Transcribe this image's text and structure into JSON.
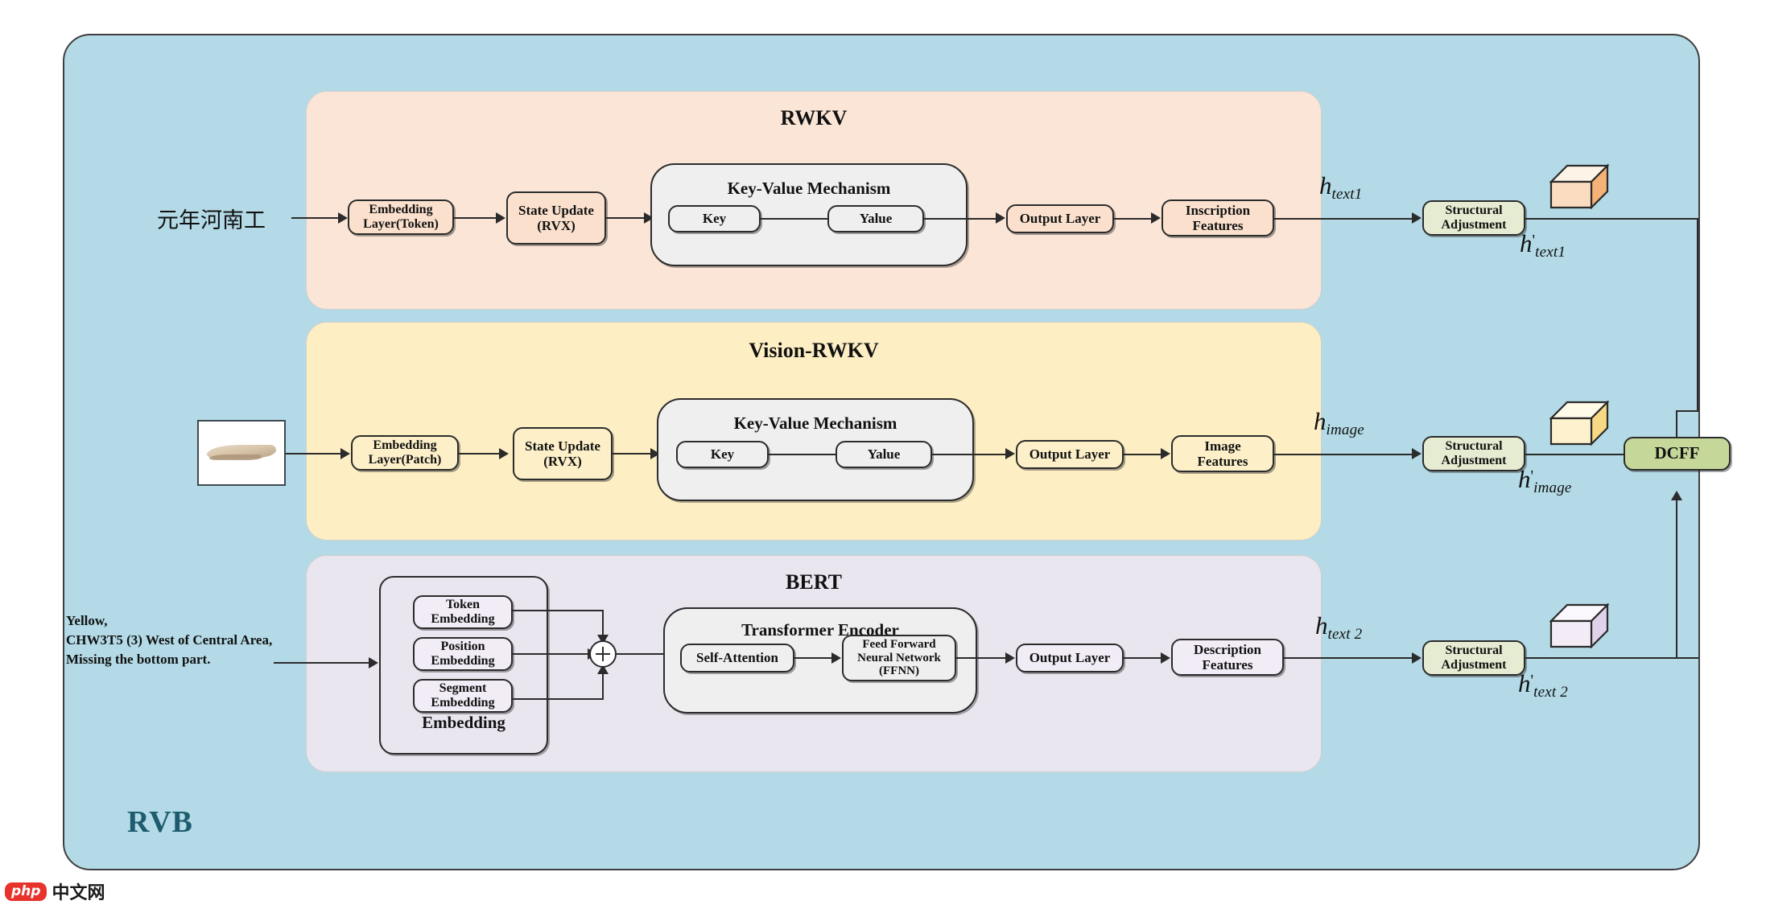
{
  "diagram": {
    "outer_label": "RVB",
    "outer_color": "#b3dae6"
  },
  "inputs": {
    "text1": "元年河南工",
    "text2_line1": "Yellow,",
    "text2_line2": "CHW3T5 (3) West of Central Area,",
    "text2_line3": " Missing the bottom part.",
    "image_alt": "oracle-bone-fragment"
  },
  "branches": [
    {
      "id": "rwkv",
      "title": "RWKV",
      "color": "#fbe5d6",
      "nodes": {
        "embedding": "Embedding\nLayer(Token)",
        "embedding_l1": "Embedding",
        "embedding_l2": "Layer(Token)",
        "state_update_l1": "State Update",
        "state_update_l2": "(RVX)",
        "group_title": "Key-Value Mechanism",
        "key": "Key",
        "value": "Yalue",
        "output_layer": "Output Layer",
        "features_l1": "Inscription",
        "features_l2": "Features"
      },
      "out_label_h": "h",
      "out_label_sub": "text1",
      "adjust_l1": "Structural",
      "adjust_l2": "Adjustment",
      "out2_label_h": "h",
      "out2_label_sub": "text1",
      "cube_front": "#fbdcc0",
      "cube_top": "#fdf3e6",
      "cube_side": "#f5b276"
    },
    {
      "id": "vision-rwkv",
      "title": "Vision-RWKV",
      "color": "#fdeec3",
      "nodes": {
        "embedding_l1": "Embedding",
        "embedding_l2": "Layer(Patch)",
        "state_update_l1": "State Update",
        "state_update_l2": "(RVX)",
        "group_title": "Key-Value Mechanism",
        "key": "Key",
        "value": "Yalue",
        "output_layer": "Output Layer",
        "features_l1": "Image",
        "features_l2": "Features"
      },
      "out_label_h": "h",
      "out_label_sub": "image",
      "adjust_l1": "Structural",
      "adjust_l2": "Adjustment",
      "out2_label_h": "h",
      "out2_label_sub": "image",
      "cube_front": "#fdf2cd",
      "cube_top": "#fffbe9",
      "cube_side": "#f7d884"
    },
    {
      "id": "bert",
      "title": "BERT",
      "color": "#eae6f0",
      "nodes": {
        "token_l1": "Token",
        "token_l2": "Embedding",
        "position_l1": "Position",
        "position_l2": "Embedding",
        "segment_l1": "Segment",
        "segment_l2": "Embedding",
        "embedding_caption": "Embedding",
        "group_title": "Transformer Encoder",
        "self_attention": "Self-Attention",
        "ffnn_l1": "Feed Forward",
        "ffnn_l2": "Neural Network",
        "ffnn_l3": "(FFNN)",
        "output_layer": "Output Layer",
        "features_l1": "Description",
        "features_l2": "Features"
      },
      "out_label_h": "h",
      "out_label_sub": "text 2",
      "adjust_l1": "Structural",
      "adjust_l2": "Adjustment",
      "out2_label_h": "h",
      "out2_label_sub": "text 2",
      "cube_front": "#f3ecf7",
      "cube_top": "#fbf8fd",
      "cube_side": "#dfd2ea"
    }
  ],
  "fusion": {
    "label": "DCFF",
    "color": "#c5d89a"
  },
  "watermark": {
    "badge": "php",
    "text": "中文网"
  }
}
